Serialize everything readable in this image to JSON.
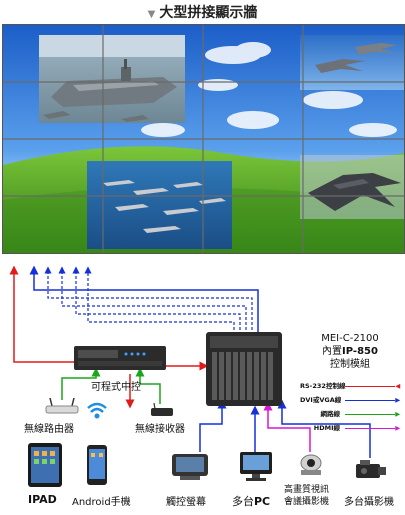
{
  "wall_title": "大型拼接顯示牆",
  "controller": {
    "model": "MEI-C-2100",
    "line2_prefix": "內置",
    "line2_bold": "IP-850",
    "line3": "控制模組"
  },
  "nodes": {
    "programmable_center": "可程式中控",
    "wireless_router": "無線路由器",
    "wireless_receiver": "無線接收器",
    "ipad": "IPAD",
    "android": "Android手機",
    "touch_screen": "觸控螢幕",
    "multi_pc_prefix": "多台",
    "multi_pc_bold": "PC",
    "video_conf_line1": "高畫質視訊",
    "video_conf_line2": "會議攝影機",
    "multi_camera": "多台攝影機"
  },
  "legend": [
    {
      "label": "RS-232控制線",
      "color": "#e01b1b",
      "style": "solid"
    },
    {
      "label": "DVI或VGA線",
      "color": "#1530d8",
      "style": "solid"
    },
    {
      "label": "網路線",
      "color": "#1aa51a",
      "style": "solid"
    },
    {
      "label": "HDMI線",
      "color": "#d418d4",
      "style": "solid"
    }
  ],
  "colors": {
    "rs232": "#e01b1b",
    "dvi_vga": "#1530d8",
    "network": "#1aa51a",
    "hdmi": "#d418d4"
  }
}
